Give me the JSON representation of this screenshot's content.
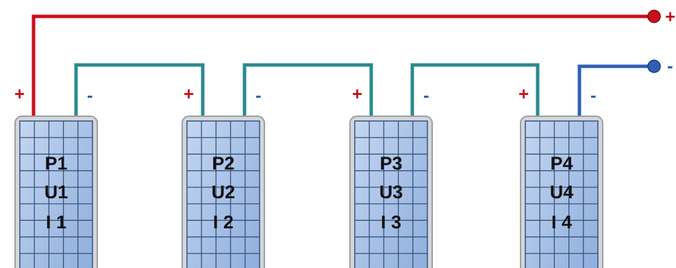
{
  "colors": {
    "positive": "#c8101a",
    "negative": "#2f5fb3",
    "link": "#2a8a8e",
    "cell": "#a9c3e8",
    "cell_dark": "#8eaedc",
    "grid": "#34507c",
    "frame": "#9a9fa6"
  },
  "terminals": {
    "positive": {
      "symbol": "+",
      "icon": "terminal-dot-icon"
    },
    "negative": {
      "symbol": "-",
      "icon": "terminal-dot-icon"
    }
  },
  "panels": [
    {
      "lines": [
        "P1",
        "U1",
        "I 1"
      ],
      "pos_symbol": "+",
      "neg_symbol": "-"
    },
    {
      "lines": [
        "P2",
        "U2",
        "I 2"
      ],
      "pos_symbol": "+",
      "neg_symbol": "-"
    },
    {
      "lines": [
        "P3",
        "U3",
        "I 3"
      ],
      "pos_symbol": "+",
      "neg_symbol": "-"
    },
    {
      "lines": [
        "P4",
        "U4",
        "I 4"
      ],
      "pos_symbol": "+",
      "neg_symbol": "-"
    }
  ]
}
